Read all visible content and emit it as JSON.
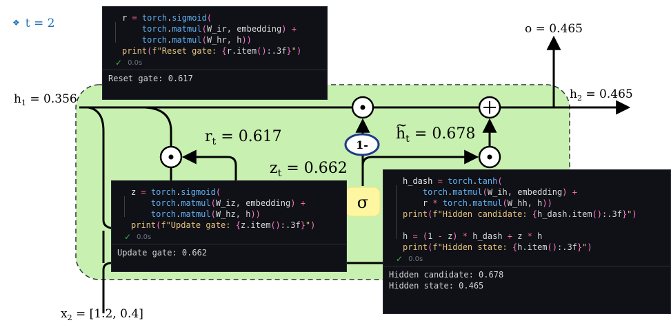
{
  "step": {
    "bullet": "❖",
    "label": "t = 2"
  },
  "labels": {
    "h1": {
      "main": "h",
      "sub": "1",
      "rest": " = 0.356"
    },
    "x2": {
      "main": "x",
      "sub": "2",
      "rest": " = [1.2, 0.4]"
    },
    "o": {
      "text": "o = 0.465"
    },
    "h2": {
      "main": "h",
      "sub": "2",
      "rest": " = 0.465"
    },
    "rt": {
      "main": "r",
      "sub": "t",
      "rest": " = 0.617"
    },
    "zt": {
      "main": "z",
      "sub": "t",
      "rest": " = 0.662"
    },
    "ht": {
      "main": "h",
      "sub": "t",
      "rest": " = 0.678"
    }
  },
  "nodes": {
    "mult": "⊙",
    "plus": "+",
    "one_minus": "1-",
    "sigma": "σ"
  },
  "colors": {
    "cell_bg": "#c8f0b0",
    "sigma_bg": "#fef6a0",
    "oneminus_border": "#1e3a8a",
    "step_color": "#1f6fb6"
  },
  "cells": {
    "reset": {
      "code": [
        "r = torch.sigmoid(",
        "    torch.matmul(W_ir, embedding) +",
        "    torch.matmul(W_hr, h))",
        "print(f\"Reset gate: {r.item():.3f}\")"
      ],
      "time": "0.0s",
      "output": [
        "Reset gate: 0.617"
      ]
    },
    "update": {
      "code": [
        "z = torch.sigmoid(",
        "    torch.matmul(W_iz, embedding) +",
        "    torch.matmul(W_hz, h))",
        "print(f\"Update gate: {z.item():.3f}\")"
      ],
      "time": "0.0s",
      "output": [
        "Update gate: 0.662"
      ]
    },
    "hidden": {
      "code": [
        "h_dash = torch.tanh(",
        "    torch.matmul(W_ih, embedding) +",
        "    r * torch.matmul(W_hh, h))",
        "print(f\"Hidden candidate: {h_dash.item():.3f}\")",
        "",
        "h = (1 - z) * h_dash + z * h",
        "print(f\"Hidden state: {h.item():.3f}\")"
      ],
      "time": "0.0s",
      "output": [
        "Hidden candidate: 0.678",
        "Hidden state: 0.465"
      ]
    }
  }
}
